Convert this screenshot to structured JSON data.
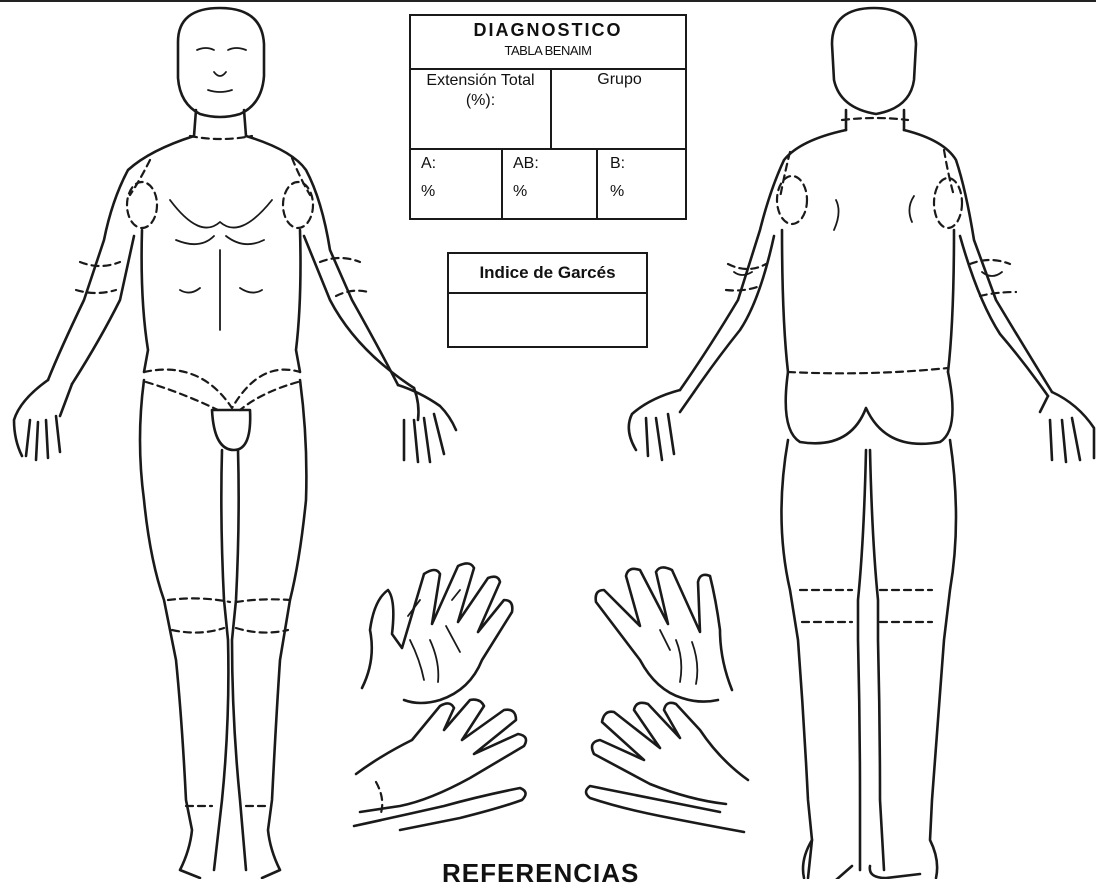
{
  "diagnostico": {
    "title": "DIAGNOSTICO",
    "subtitle": "TABLA BENAIM",
    "extension_label": "Extensión Total (%):",
    "grupo_label": "Grupo",
    "cells": [
      {
        "label": "A:",
        "unit": "%"
      },
      {
        "label": "AB:",
        "unit": "%"
      },
      {
        "label": "B:",
        "unit": "%"
      }
    ]
  },
  "garces": {
    "title": "Indice de Garcés"
  },
  "footer": {
    "referencias": "REFERENCIAS"
  }
}
